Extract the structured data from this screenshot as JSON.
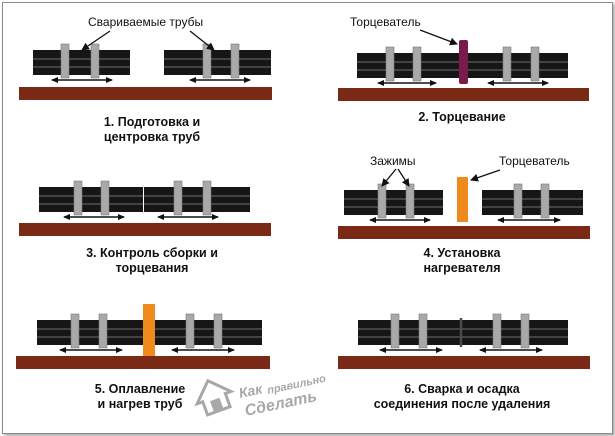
{
  "steps": [
    {
      "caption": [
        "1. Подготовка и",
        "центровка труб"
      ],
      "label": "Свариваемые трубы"
    },
    {
      "caption": [
        "2. Торцевание"
      ],
      "label": "Торцеватель"
    },
    {
      "caption": [
        "3. Контроль сборки и",
        "торцевания"
      ]
    },
    {
      "caption": [
        "4. Установка",
        "нагревателя"
      ],
      "label_clamps": "Зажимы",
      "label_trimmer": "Торцеватель"
    },
    {
      "caption": [
        "5. Оплавление",
        "и нагрев труб"
      ]
    },
    {
      "caption": [
        "6. Сварка и осадка",
        "соединения после удаления"
      ]
    }
  ],
  "watermark": {
    "line1": "Как",
    "line2": "правильно",
    "line3": "Сделать"
  },
  "colors": {
    "pipe": "#161616",
    "pipe_stripe": "#6f6f6f",
    "base": "#7a2a14",
    "clamp": "#a9a9a9",
    "trimmer_step2": "#7a1c4a",
    "heater": "#f08a1c",
    "watermark": "#9a9a9a"
  }
}
